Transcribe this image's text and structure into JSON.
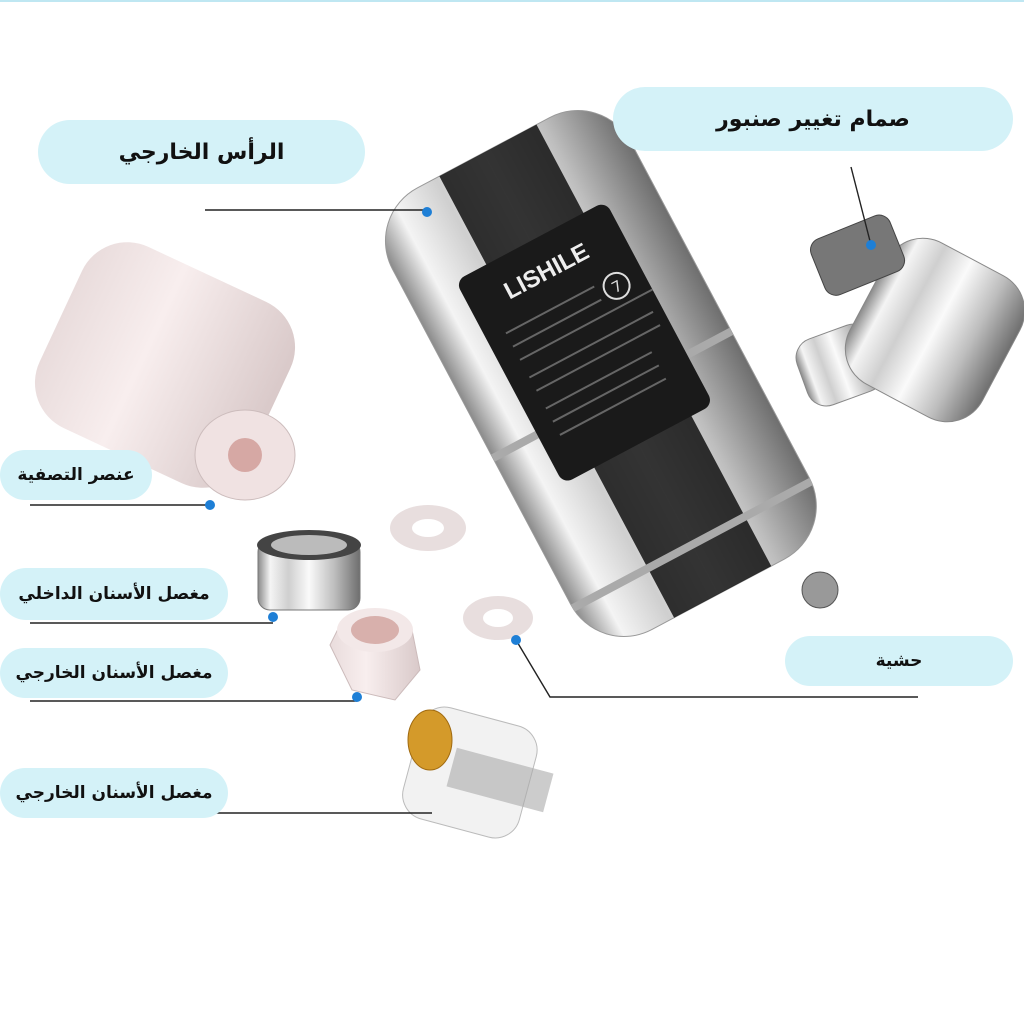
{
  "labels": {
    "outer_head": "الرأس الخارجي",
    "tap_valve": "صمام تغيير صنبور",
    "filter_element": "عنصر التصفية",
    "inner_thread_adapter": "مغصل الأسنان الداخلي",
    "outer_thread_adapter": "مغصل الأسنان الخارجي",
    "gasket": "حشية",
    "outer_thread_adapter_2": "مغصل الأسنان الخارجي"
  },
  "product": {
    "brand": "LISHILE",
    "badge": "7"
  },
  "colors": {
    "pill_bg": "#d4f2f8",
    "dot": "#1e7fd6",
    "line": "#222222"
  }
}
